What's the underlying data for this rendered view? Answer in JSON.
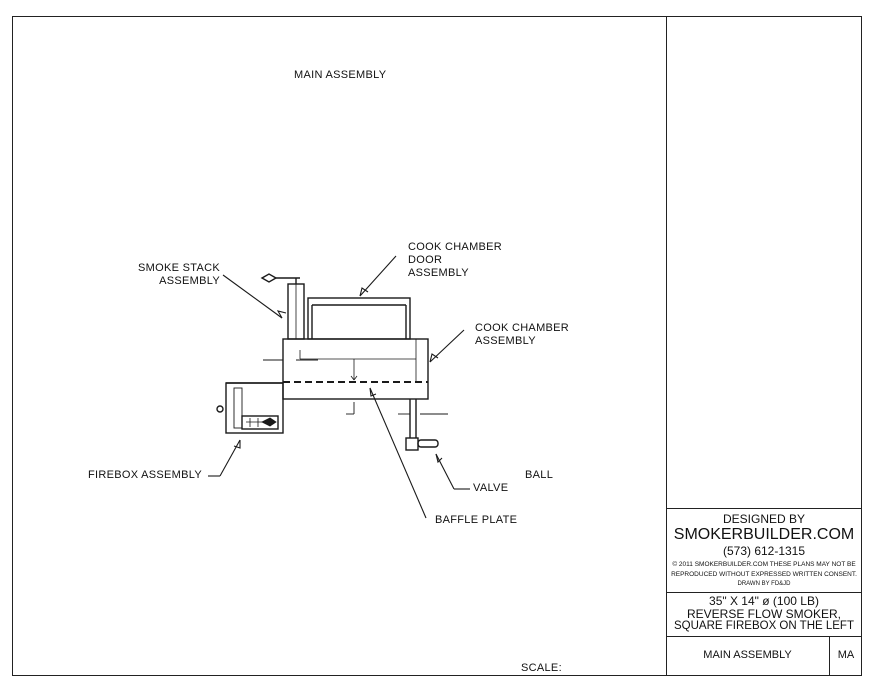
{
  "drawing": {
    "title": "MAIN ASSEMBLY",
    "scale_label": "SCALE:",
    "callouts": {
      "smoke_stack": [
        "SMOKE STACK",
        "ASSEMBLY"
      ],
      "cook_chamber_door": [
        "COOK CHAMBER",
        "DOOR",
        "ASSEMBLY"
      ],
      "cook_chamber": [
        "COOK CHAMBER",
        "ASSEMBLY"
      ],
      "firebox": "FIREBOX ASSEMBLY",
      "ball": "BALL",
      "valve": "VALVE",
      "baffle_plate": "BAFFLE PLATE"
    }
  },
  "title_block": {
    "designed_by": "DESIGNED BY",
    "company": "SMOKERBUILDER.COM",
    "phone": "(573) 612-1315",
    "copyright_line1": "© 2011 SMOKERBUILDER.COM THESE PLANS MAY NOT BE",
    "copyright_line2": "REPRODUCED WITHOUT EXPRESSED WRITTEN CONSENT.",
    "drawn_by": "DRAWN BY FD&JD",
    "spec_line1": "35\" X 14\" ø (100 LB)",
    "spec_line2": "REVERSE FLOW SMOKER,",
    "spec_line3": "SQUARE FIREBOX ON THE LEFT",
    "sheet_name": "MAIN ASSEMBLY",
    "sheet_code": "MA"
  }
}
